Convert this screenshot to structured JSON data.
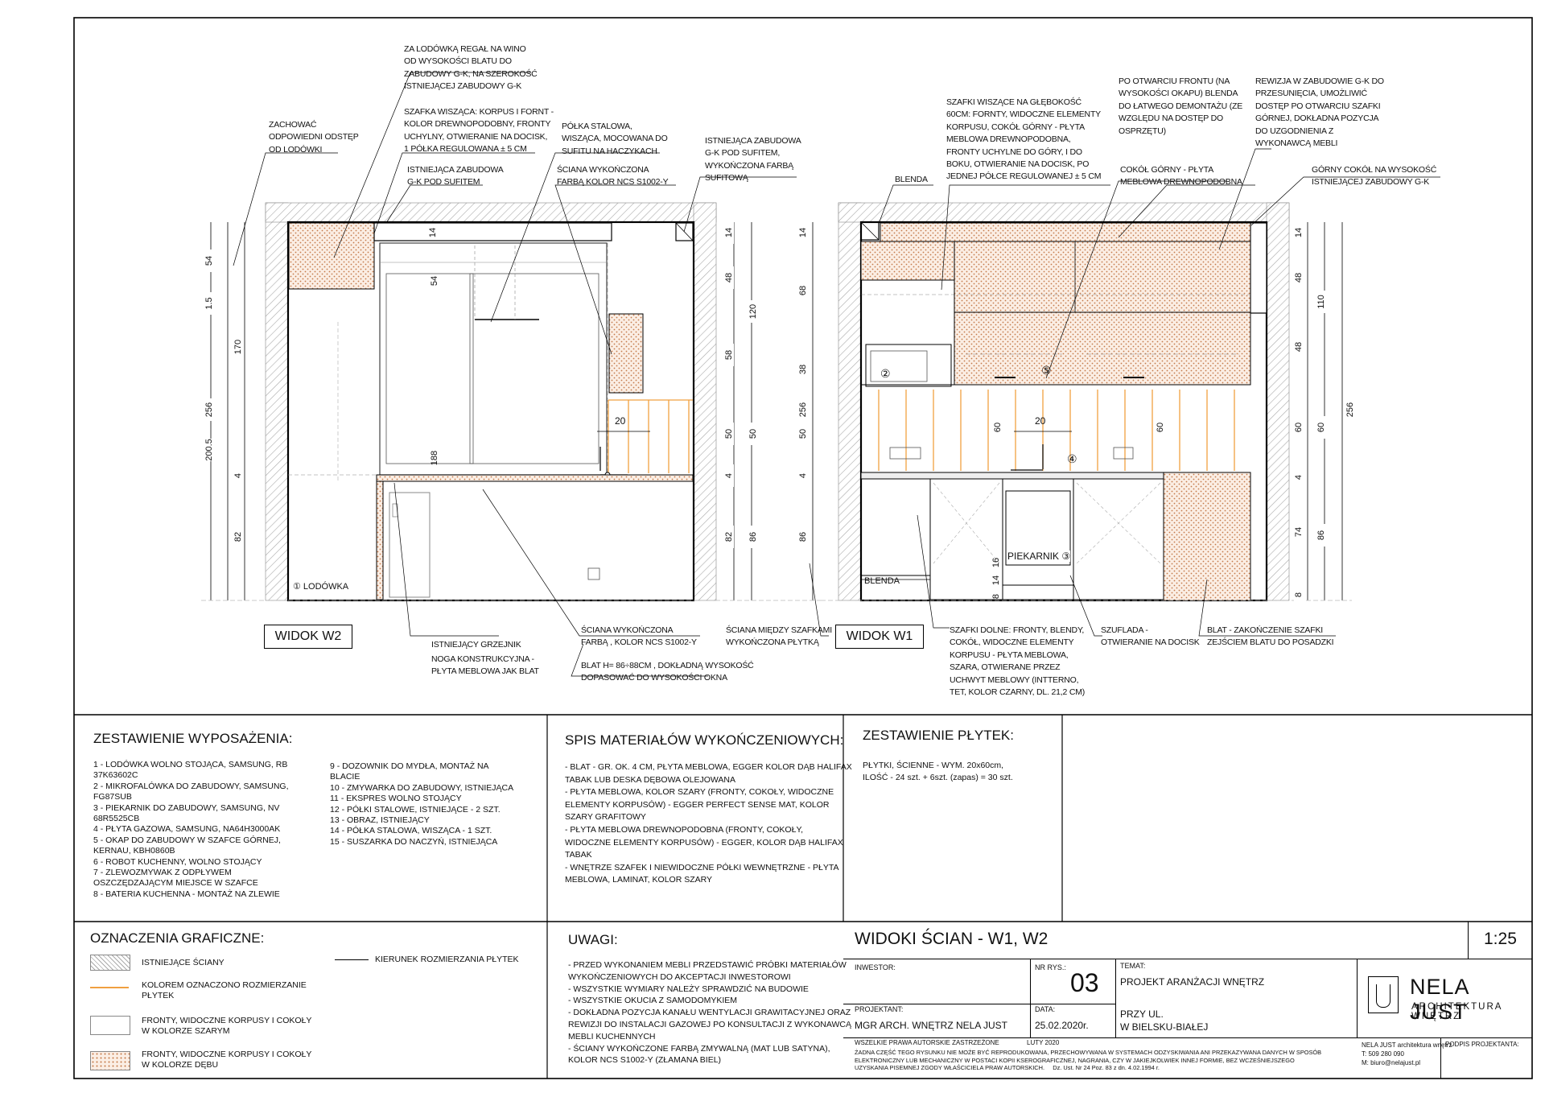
{
  "annotations": {
    "w2_a": [
      "ZA LODÓWKĄ REGAŁ NA WINO",
      "OD WYSOKOŚCI BLATU DO",
      "ZABUDOWY G-K, NA SZEROKOŚĆ",
      "ISTNIEJĄCEJ ZABUDOWY G-K"
    ],
    "w2_b": [
      "SZAFKA WISZĄCA: KORPUS I FORNT -",
      "KOLOR DREWNOPODOBNY, FRONTY",
      "UCHYLNY, OTWIERANIE NA DOCISK,",
      "1 PÓŁKA REGULOWANA ± 5 CM"
    ],
    "w2_c": [
      "ISTNIEJĄCA ZABUDOWA",
      "G-K POD SUFITEM"
    ],
    "w2_d": [
      "ZACHOWAĆ",
      "ODPOWIEDNI ODSTĘP",
      "OD LODÓWKI"
    ],
    "w2_e": [
      "PÓŁKA STALOWA,",
      "WISZĄCA, MOCOWANA DO",
      "SUFITU NA HACZYKACH"
    ],
    "w2_f": [
      "ŚCIANA WYKOŃCZONA",
      "FARBĄ KOLOR NCS S1002-Y"
    ],
    "w2_g": [
      "ISTNIEJĄCA ZABUDOWA",
      "G-K POD SUFITEM,",
      "WYKOŃCZONA FARBĄ",
      "SUFITOWĄ"
    ],
    "w1_a": [
      "SZAFKI WISZĄCE NA GŁĘBOKOŚĆ",
      "60CM: FORNTY, WIDOCZNE ELEMENTY",
      "KORPUSU, COKÓŁ GÓRNY - PŁYTA",
      "MEBLOWA DREWNOPODOBNA,",
      "FRONTY UCHYLNE DO GÓRY, I DO",
      "BOKU, OTWIERANIE NA DOCISK, PO",
      "JEDNEJ PÓŁCE REGULOWANEJ ± 5 CM"
    ],
    "w1_b": [
      "PO OTWARCIU FRONTU (NA",
      "WYSOKOŚCI OKAPU) BLENDA",
      "DO ŁATWEGO DEMONTAŻU (ZE",
      "WZGLĘDU NA DOSTĘP DO",
      "OSPRZĘTU)"
    ],
    "w1_c": [
      "COKÓŁ GÓRNY - PŁYTA",
      "MEBLOWA DREWNOPODOBNA"
    ],
    "w1_d": [
      "REWIZJA W ZABUDOWIE G-K DO",
      "PRZESUNIĘCIA, UMOŻLIWIĆ",
      "DOSTĘP PO OTWARCIU SZAFKI",
      "GÓRNEJ, DOKŁADNA POZYCJA",
      "DO UZGODNIENIA Z",
      "WYKONAWCĄ MEBLI"
    ],
    "w1_e": [
      "GÓRNY COKÓŁ NA WYSOKOŚĆ",
      "ISTNIEJĄCEJ ZABUDOWY G-K"
    ],
    "w1_blenda_top": [
      "BLENDA"
    ],
    "w2_grzejnik": [
      "ISTNIEJĄCY GRZEJNIK"
    ],
    "w2_noga": [
      "NOGA KONSTRUKCYJNA -",
      "PŁYTA MEBLOWA JAK BLAT"
    ],
    "w2_sciana": [
      "ŚCIANA WYKOŃCZONA",
      "FARBĄ , KOLOR NCS S1002-Y"
    ],
    "w2_blat": [
      "BLAT H= 86÷88CM , DOKŁADNĄ WYSOKOŚĆ",
      "DOPASOWAĆ DO WYSOKOŚCI OKNA"
    ],
    "w_between": [
      "ŚCIANA MIĘDZY SZAFKAMI",
      "WYKOŃCZONA PŁYTKĄ"
    ],
    "w1_szafki_dolne": [
      "SZAFKI DOLNE: FRONTY, BLENDY,",
      "COKÓŁ, WIDOCZNE ELEMENTY",
      "KORPUSU - PŁYTA MEBLOWA,",
      "SZARA, OTWIERANE PRZEZ",
      "UCHWYT MEBLOWY (INTTERNO,",
      "TET, KOLOR CZARNY, DL. 21,2 CM)"
    ],
    "w1_szuflada": [
      "SZUFLADA -",
      "OTWIERANIE NA DOCISK"
    ],
    "w1_blat": [
      "BLAT - ZAKOŃCZENIE SZAFKI",
      "ZEJŚCIEM BLATU DO POSADZKI"
    ]
  },
  "views": {
    "w2_label": "WIDOK W2",
    "w1_label": "WIDOK W1",
    "lodowka": "① LODÓWKA",
    "blenda_bottom": "BLENDA",
    "piekarnik": "PIEKARNIK ③",
    "marker2": "②",
    "marker5": "⑤",
    "marker4": "④"
  },
  "dimensions": {
    "w2_left_outer": [
      "256",
      "200.5",
      "1.5",
      "54"
    ],
    "w2_left_inner": [
      "170",
      "4",
      "82"
    ],
    "w2_inner": [
      "14",
      "54",
      "188",
      "20"
    ],
    "w2_right_a": [
      "14",
      "48",
      "58",
      "50",
      "4",
      "82"
    ],
    "w2_right_b": [
      "120",
      "50",
      "86"
    ],
    "w1_left": [
      "14",
      "68",
      "38",
      "50",
      "4",
      "86",
      "256"
    ],
    "w1_inner": [
      "60",
      "20",
      "60",
      "8",
      "14",
      "16"
    ],
    "w1_right_a": [
      "14",
      "48",
      "48",
      "60",
      "4",
      "74",
      "8"
    ],
    "w1_right_b": [
      "110",
      "60",
      "86"
    ],
    "w1_right_outer": [
      "256"
    ]
  },
  "equipment": {
    "title": "ZESTAWIENIE WYPOSAŻENIA:",
    "col1": [
      "1 - LODÓWKA WOLNO STOJĄCA, SAMSUNG, RB",
      "37K63602C",
      "2 - MIKROFALÓWKA DO ZABUDOWY, SAMSUNG,",
      "FG87SUB",
      "3 - PIEKARNIK DO ZABUDOWY, SAMSUNG, NV",
      "68R5525CB",
      "4 - PŁYTA GAZOWA, SAMSUNG, NA64H3000AK",
      "5 - OKAP DO ZABUDOWY W SZAFCE GÓRNEJ,",
      "KERNAU, KBH0860B",
      "6 - ROBOT KUCHENNY, WOLNO STOJĄCY",
      "7 - ZLEWOZMYWAK Z ODPŁYWEM",
      "OSZCZĘDZAJĄCYM MIEJSCE W SZAFCE",
      "8 - BATERIA KUCHENNA - MONTAŻ NA ZLEWIE"
    ],
    "col2": [
      "9 - DOZOWNIK DO MYDŁA, MONTAŻ NA",
      "BLACIE",
      "10 - ZMYWARKA DO ZABUDOWY, ISTNIEJĄCA",
      "11 - EKSPRES WOLNO STOJĄCY",
      "12 - PÓŁKI STALOWE, ISTNIEJĄCE - 2 SZT.",
      "13 - OBRAZ, ISTNIEJĄCY",
      "14 - PÓŁKA STALOWA, WISZĄCA - 1 SZT.",
      "15 - SUSZARKA DO NACZYŃ, ISTNIEJĄCA"
    ]
  },
  "materials": {
    "title": "SPIS MATERIAŁÓW WYKOŃCZENIOWYCH:",
    "lines": [
      "- BLAT - GR. OK. 4 CM, PŁYTA MEBLOWA, EGGER KOLOR DĄB HALIFAX",
      "TABAK LUB DESKA DĘBOWA OLEJOWANA",
      "- PŁYTA MEBLOWA, KOLOR SZARY (FRONTY, COKOŁY, WIDOCZNE",
      "ELEMENTY KORPUSÓW) - EGGER PERFECT SENSE MAT, KOLOR",
      "SZARY GRAFITOWY",
      "- PŁYTA MEBLOWA DREWNOPODOBNA (FRONTY, COKOŁY,",
      "WIDOCZNE ELEMENTY KORPUSÓW) - EGGER, KOLOR DĄB HALIFAX",
      "TABAK",
      "- WNĘTRZE SZAFEK I NIEWIDOCZNE PÓŁKI WEWNĘTRZNE - PŁYTA",
      "MEBLOWA, LAMINAT, KOLOR SZARY"
    ]
  },
  "tiles": {
    "title": "ZESTAWIENIE PŁYTEK:",
    "lines": [
      "PŁYTKI, ŚCIENNE - WYM. 20x60cm,",
      "ILOŚĆ - 24 szt. + 6szt. (zapas) = 30 szt."
    ]
  },
  "legend": {
    "title": "OZNACZENIA GRAFICZNE:",
    "items": [
      {
        "label": [
          "ISTNIEJĄCE ŚCIANY"
        ]
      },
      {
        "label": [
          "KOLOREM OZNACZONO ROZMIERZANIE",
          "PŁYTEK"
        ]
      },
      {
        "label": [
          "FRONTY, WIDOCZNE KORPUSY I COKOŁY",
          "W KOLORZE SZARYM"
        ]
      },
      {
        "label": [
          "FRONTY, WIDOCZNE KORPUSY I COKOŁY",
          "W KOLORZE DĘBU"
        ]
      }
    ],
    "arrow": "KIERUNEK ROZMIERZANIA PŁYTEK"
  },
  "notes": {
    "title": "UWAGI:",
    "lines": [
      "- PRZED WYKONANIEM MEBLI PRZEDSTAWIĆ PRÓBKI MATERIAŁÓW",
      "WYKOŃCZENIOWYCH DO AKCEPTACJI INWESTOROWI",
      "- WSZYSTKIE WYMIARY NALEŻY SPRAWDZIĆ NA BUDOWIE",
      "- WSZYSTKIE OKUCIA Z SAMODOMYKIEM",
      "- DOKŁADNA POZYCJA KANAŁU WENTYLACJI GRAWITACYJNEJ ORAZ",
      "REWIZJI DO INSTALACJI GAZOWEJ PO KONSULTACJI Z WYKONAWCĄ",
      "MEBLI KUCHENNYCH",
      "- ŚCIANY WYKOŃCZONE FARBĄ ZMYWALNĄ (MAT LUB SATYNA),",
      "KOLOR NCS S1002-Y (ZŁAMANA BIEL)"
    ]
  },
  "titleblock": {
    "title": "WIDOKI ŚCIAN - W1, W2",
    "scale": "1:25",
    "inwestor_label": "INWESTOR:",
    "nr_label": "NR RYS.:",
    "nr": "03",
    "temat_label": "TEMAT:",
    "temat": "PROJEKT ARANŻACJI WNĘTRZ",
    "projektant_label": "PROJEKTANT:",
    "projektant": "MGR ARCH. WNĘTRZ  NELA JUST",
    "data_label": "DATA:",
    "data": "25.02.2020r.",
    "adres1": "PRZY UL.",
    "adres2": "W BIELSKU-BIAŁEJ",
    "rights_title": "WSZELKIE PRAWA AUTORSKIE ZASTRZEŻONE",
    "rights_date": "LUTY 2020",
    "rights": [
      "ŻADNA CZĘŚĆ TEGO RYSUNKU NIE MOŻE BYĆ REPRODUKOWANA, PRZECHOWYWANA W SYSTEMACH ODZYSKIWANIA ANI PRZEKAZYWANA DANYCH W SPOSÓB",
      "ELEKTRONICZNY LUB MECHANICZNY W POSTACI KOPII KSEROGRAFICZNEJ, NAGRANIA, CZY W JAKIEJKOLWIEK INNEJ FORMIE, BEZ WCZEŚNIEJSZEGO",
      "UZYSKANIA PISEMNEJ ZGODY WŁAŚCICIELA PRAW AUTORSKICH.     Dz. Ust. Nr 24 Poz. 83 z dn. 4.02.1994 r."
    ],
    "brand": "NELA JUST",
    "brand_sub": "ARCHITEKTURA WNĘTRZ",
    "contact": [
      "NELA JUST architektura wnętrz",
      "T: 509 280 090",
      "M: biuro@nelajust.pl"
    ],
    "podpis": "PODPIS PROJEKTANTA:"
  },
  "colors": {
    "oak": "#c47a4a",
    "tile_line": "#f0a040",
    "wall_hatch": "#999999"
  }
}
